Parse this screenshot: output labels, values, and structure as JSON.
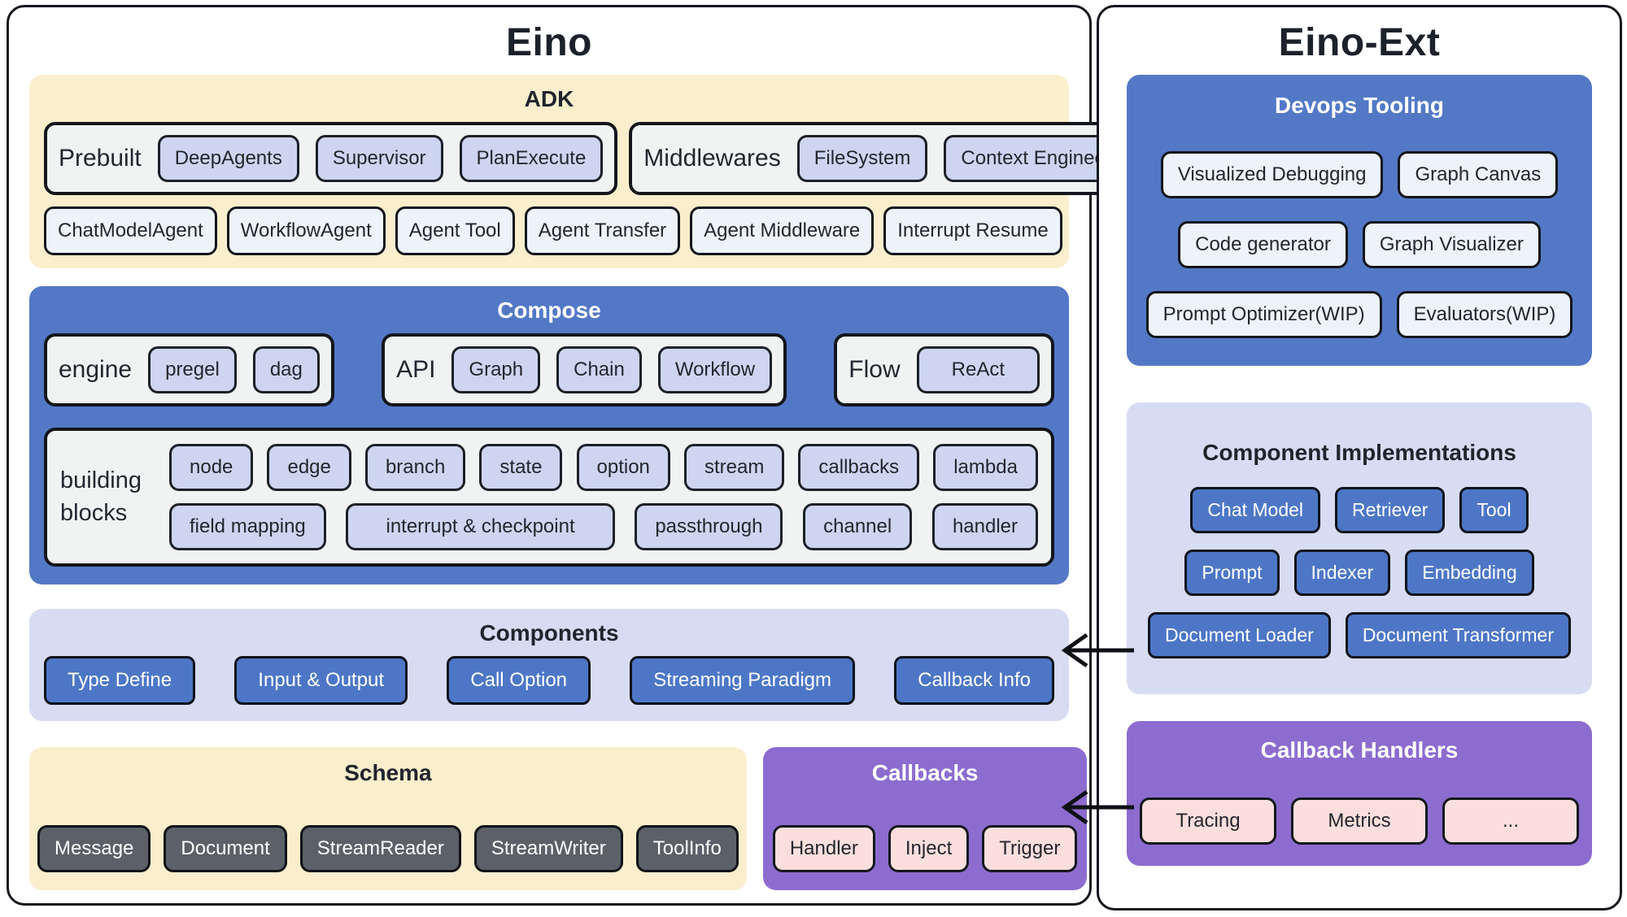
{
  "eino": {
    "title": "Eino",
    "adk": {
      "title": "ADK",
      "groups": [
        {
          "label": "Prebuilt",
          "items": [
            "DeepAgents",
            "Supervisor",
            "PlanExecute"
          ]
        },
        {
          "label": "Middlewares",
          "items": [
            "FileSystem",
            "Context Engineer"
          ]
        }
      ],
      "agents": [
        "ChatModelAgent",
        "WorkflowAgent",
        "Agent Tool",
        "Agent Transfer",
        "Agent Middleware",
        "Interrupt Resume"
      ]
    },
    "compose": {
      "title": "Compose",
      "groups": [
        {
          "label": "engine",
          "items": [
            "pregel",
            "dag"
          ]
        },
        {
          "label": "API",
          "items": [
            "Graph",
            "Chain",
            "Workflow"
          ]
        },
        {
          "label": "Flow",
          "items": [
            "ReAct"
          ]
        }
      ],
      "building_blocks": {
        "label": "building blocks",
        "rows": [
          [
            "node",
            "edge",
            "branch",
            "state",
            "option",
            "stream",
            "callbacks",
            "lambda"
          ],
          [
            "field mapping",
            "interrupt & checkpoint",
            "passthrough",
            "channel",
            "handler"
          ]
        ]
      }
    },
    "components": {
      "title": "Components",
      "items": [
        "Type Define",
        "Input & Output",
        "Call Option",
        "Streaming Paradigm",
        "Callback Info"
      ]
    },
    "schema": {
      "title": "Schema",
      "items": [
        "Message",
        "Document",
        "StreamReader",
        "StreamWriter",
        "ToolInfo"
      ]
    },
    "callbacks": {
      "title": "Callbacks",
      "items": [
        "Handler",
        "Inject",
        "Trigger"
      ]
    }
  },
  "eino_ext": {
    "title": "Eino-Ext",
    "devops": {
      "title": "Devops Tooling",
      "rows": [
        [
          "Visualized Debugging",
          "Graph Canvas"
        ],
        [
          "Code generator",
          "Graph Visualizer"
        ],
        [
          "Prompt Optimizer(WIP)",
          "Evaluators(WIP)"
        ]
      ]
    },
    "implementations": {
      "title": "Component Implementations",
      "rows": [
        [
          "Chat Model",
          "Retriever",
          "Tool"
        ],
        [
          "Prompt",
          "Indexer",
          "Embedding"
        ],
        [
          "Document Loader",
          "Document Transformer"
        ]
      ]
    },
    "handlers": {
      "title": "Callback Handlers",
      "items": [
        "Tracing",
        "Metrics",
        "..."
      ]
    }
  },
  "colors": {
    "border": "#16181e",
    "yellow": "#faeecd",
    "blue": "#5379c6",
    "lavender": "#d8dcf2",
    "purple": "#8d6ccf",
    "groupgray": "#f1f2f2",
    "chiplav": "#cdd5f0",
    "chiplight": "#eef2fb",
    "chipblue": "#4d77c6",
    "chipdark": "#5b6069",
    "chippink": "#fcdfdd",
    "textdark": "#23262e",
    "title": "#1d212a"
  }
}
